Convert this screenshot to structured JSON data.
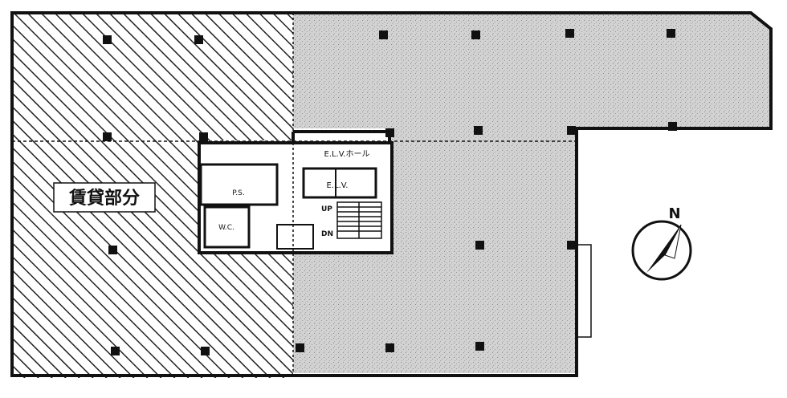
{
  "rental_label": "賃貸部分",
  "compass_label": "N",
  "core": {
    "ev_hall": "E.L.V.ホール",
    "elv": "E.L.V.",
    "up": "UP",
    "dn": "DN",
    "ps": "P.S.",
    "wc": "W.C."
  },
  "colors": {
    "wall": "#111111",
    "hatch": "#222222",
    "stipple": "#cfcfcf",
    "paper": "#ffffff"
  }
}
